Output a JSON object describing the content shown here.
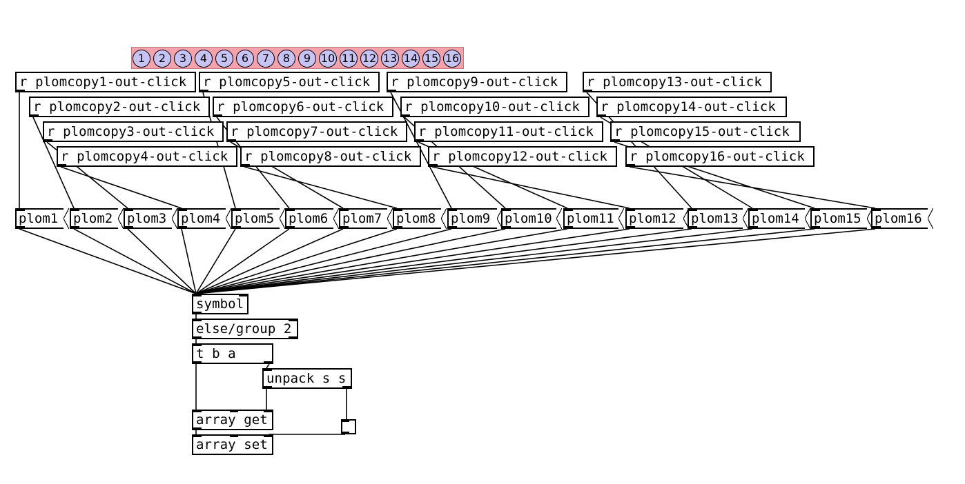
{
  "radio": {
    "cells": [
      "1",
      "2",
      "3",
      "4",
      "5",
      "6",
      "7",
      "8",
      "9",
      "10",
      "11",
      "12",
      "13",
      "14",
      "15",
      "16"
    ]
  },
  "receivers": [
    "r plomcopy1-out-click",
    "r plomcopy2-out-click",
    "r plomcopy3-out-click",
    "r plomcopy4-out-click",
    "r plomcopy5-out-click",
    "r plomcopy6-out-click",
    "r plomcopy7-out-click",
    "r plomcopy8-out-click",
    "r plomcopy9-out-click",
    "r plomcopy10-out-click",
    "r plomcopy11-out-click",
    "r plomcopy12-out-click",
    "r plomcopy13-out-click",
    "r plomcopy14-out-click",
    "r plomcopy15-out-click",
    "r plomcopy16-out-click"
  ],
  "messages": [
    "plom1",
    "plom2",
    "plom3",
    "plom4",
    "plom5",
    "plom6",
    "plom7",
    "plom8",
    "plom9",
    "plom10",
    "plom11",
    "plom12",
    "plom13",
    "plom14",
    "plom15",
    "plom16"
  ],
  "chain": {
    "symbol": "symbol",
    "group": "else/group 2",
    "trigger": "t b a",
    "unpack": "unpack s s",
    "array_get": "array get",
    "array_set": "array set"
  }
}
